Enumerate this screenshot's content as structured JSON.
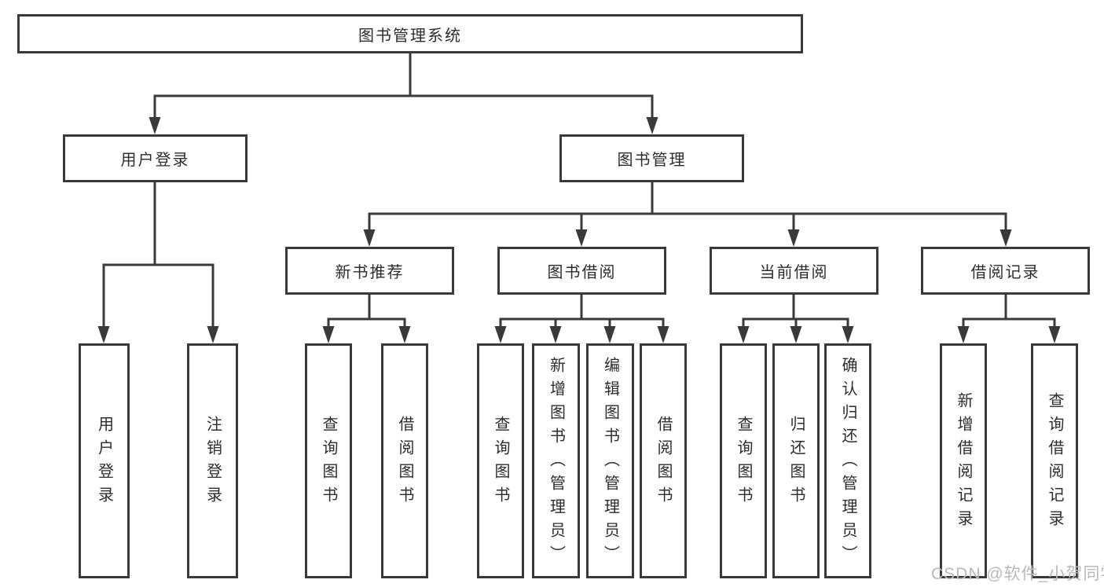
{
  "tree": {
    "label": "图书管理系统",
    "children": [
      {
        "label": "用户登录",
        "children": [
          {
            "label": "用户登录"
          },
          {
            "label": "注销登录"
          }
        ]
      },
      {
        "label": "图书管理",
        "children": [
          {
            "label": "新书推荐",
            "children": [
              {
                "label": "查询图书"
              },
              {
                "label": "借阅图书"
              }
            ]
          },
          {
            "label": "图书借阅",
            "children": [
              {
                "label": "查询图书"
              },
              {
                "label": "新增图书（管理员）"
              },
              {
                "label": "编辑图书（管理员）"
              },
              {
                "label": "借阅图书"
              }
            ]
          },
          {
            "label": "当前借阅",
            "children": [
              {
                "label": "查询图书"
              },
              {
                "label": "归还图书"
              },
              {
                "label": "确认归还（管理员）"
              }
            ]
          },
          {
            "label": "借阅记录",
            "children": [
              {
                "label": "新增借阅记录"
              },
              {
                "label": "查询借阅记录"
              }
            ]
          }
        ]
      }
    ]
  },
  "watermark": {
    "text": "CSDN @软件_小贺同学"
  },
  "colors": {
    "line": "#3a3a3a",
    "box_border": "#3a3a3a",
    "text": "#2d2d2d",
    "watermark": "#b9b9b9",
    "background": "#ffffff"
  }
}
